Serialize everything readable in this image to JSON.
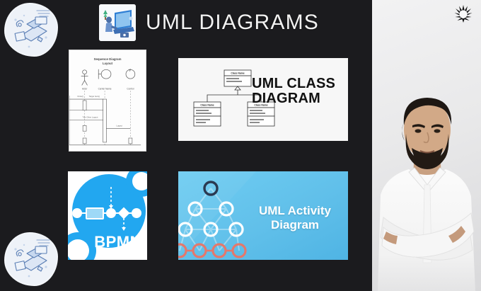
{
  "slide": {
    "background_color": "#1b1b1e",
    "title": "UML DIAGRAMS",
    "title_color": "#f2f2f2",
    "header_thumb_icon": "person-at-computer-illustration-icon",
    "stickers": [
      {
        "name": "desk-workspace-sticker-top-left",
        "icon": "desk-laptop-illustration-icon"
      },
      {
        "name": "desk-workspace-sticker-bottom-left",
        "icon": "desk-laptop-illustration-icon"
      }
    ],
    "cards": [
      {
        "id": "sequence",
        "kind": "sequence-diagram",
        "title": "Sequence Diagram",
        "subtitle": "Layout",
        "background_color": "#fdfdfd",
        "actors": [
          "Actor",
          "Carrier Name",
          "Control"
        ],
        "messages": [
          "Order()",
          "Target Item()",
          "Title Other Logout",
          "Logout"
        ]
      },
      {
        "id": "class",
        "kind": "class-diagram",
        "heading_line1": "UML CLASS",
        "heading_line2": "DIAGRAM",
        "heading_color": "#111111",
        "background_color": "#f7f7f7",
        "boxes": [
          {
            "name": "Class Name",
            "rows": [
              "attributes",
              "methods"
            ]
          },
          {
            "name": "Class Name",
            "rows": [
              "attributes",
              "methods"
            ]
          },
          {
            "name": "Class Name",
            "rows": [
              "attributes",
              "methods"
            ]
          }
        ]
      },
      {
        "id": "bpmn",
        "kind": "bpmn-diagram",
        "label": "BPMN",
        "label_color": "#ffffff",
        "accent_color": "#22a7f0",
        "background_color": "#ffffff",
        "shapes": [
          "start-event",
          "task",
          "intermediate-event",
          "gateway",
          "end-event"
        ]
      },
      {
        "id": "activity",
        "kind": "activity-diagram",
        "heading_line1": "UML Activity",
        "heading_line2": "Diagram",
        "heading_color": "#ffffff",
        "background_color": "#63c3ec",
        "node_rows": [
          1,
          2,
          3,
          4
        ],
        "initial_node_color": "#2b3a52",
        "node_color": "#ffffff",
        "final_node_color": "#e4786c"
      }
    ]
  },
  "camera": {
    "background_color": "#ecedee",
    "logo_icon": "radiating-sunburst-logo-icon",
    "presenter_icon": "presenter-photo-icon"
  }
}
